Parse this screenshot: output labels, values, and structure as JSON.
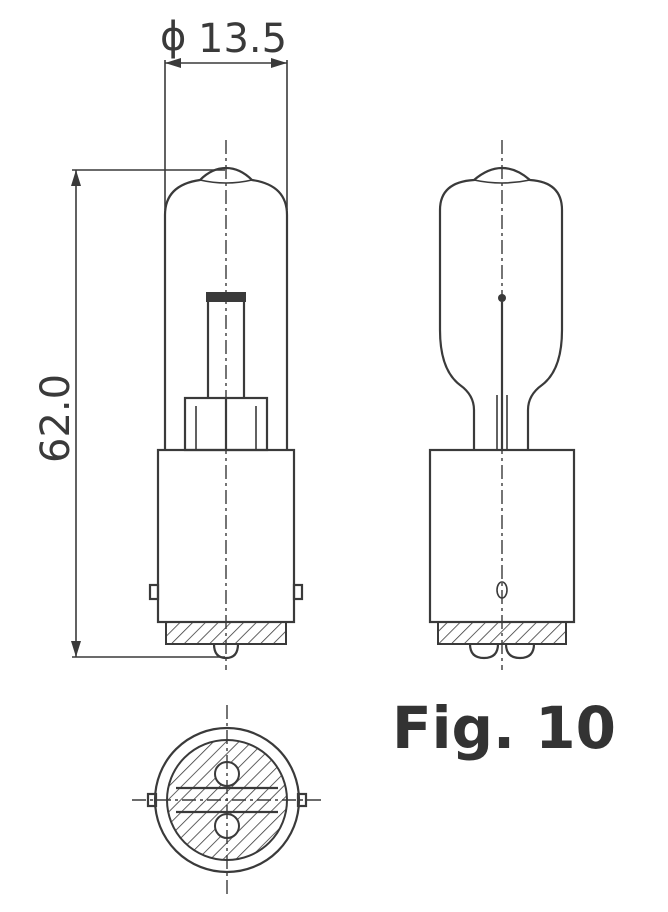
{
  "figure": {
    "caption": "Fig. 10",
    "diameter_symbol": "ϕ",
    "diameter_value": "13.5",
    "length_value": "62.0"
  },
  "colors": {
    "line": "#3a3a3a",
    "caption": "#333333",
    "background": "#ffffff"
  }
}
